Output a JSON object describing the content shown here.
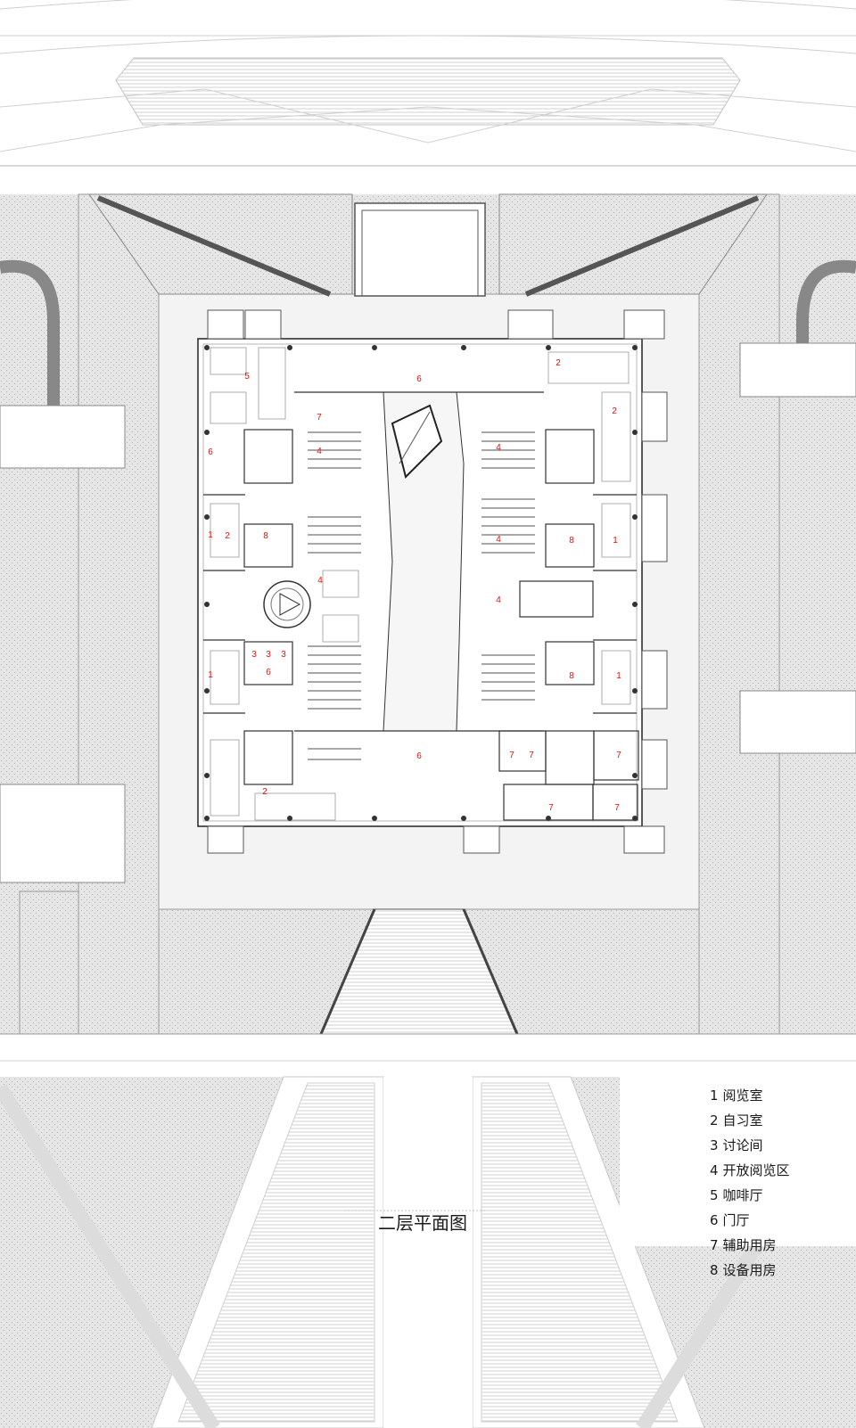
{
  "title": "二层平面图",
  "legend": [
    {
      "num": "1",
      "label": "阅览室"
    },
    {
      "num": "2",
      "label": "自习室"
    },
    {
      "num": "3",
      "label": "讨论间"
    },
    {
      "num": "4",
      "label": "开放阅览区"
    },
    {
      "num": "5",
      "label": "咖啡厅"
    },
    {
      "num": "6",
      "label": "门厅"
    },
    {
      "num": "7",
      "label": "辅助用房"
    },
    {
      "num": "8",
      "label": "设备用房"
    }
  ],
  "plan_labels": [
    "5",
    "7",
    "4",
    "6",
    "2",
    "6",
    "8",
    "2",
    "1",
    "4",
    "2",
    "4",
    "4",
    "8",
    "1",
    "3",
    "3",
    "3",
    "6",
    "1",
    "4",
    "8",
    "1",
    "6",
    "7",
    "7",
    "7",
    "2",
    "7",
    "7"
  ],
  "colors": {
    "label_red": "#e4100f",
    "hatch_ground": "#e3e3e3",
    "line": "#333333"
  }
}
